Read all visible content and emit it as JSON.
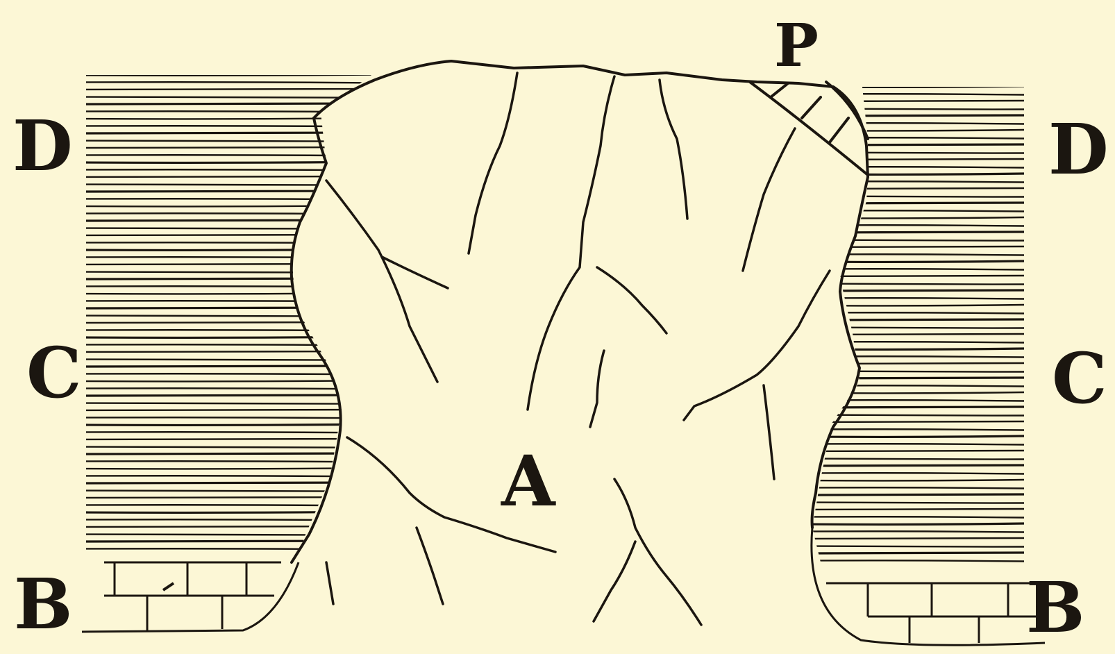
{
  "figure": {
    "background": "#fcf7d6",
    "ink": "#1b1610",
    "labels": {
      "A": "A",
      "B": "B",
      "C": "C",
      "D": "D",
      "P": "P"
    }
  }
}
